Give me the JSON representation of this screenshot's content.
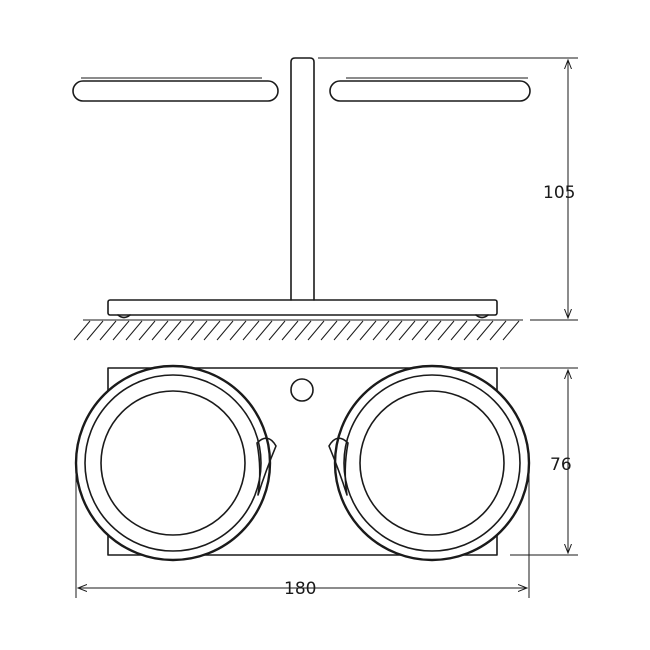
{
  "dimensions": {
    "height_label": "105",
    "depth_label": "76",
    "width_label": "180"
  }
}
